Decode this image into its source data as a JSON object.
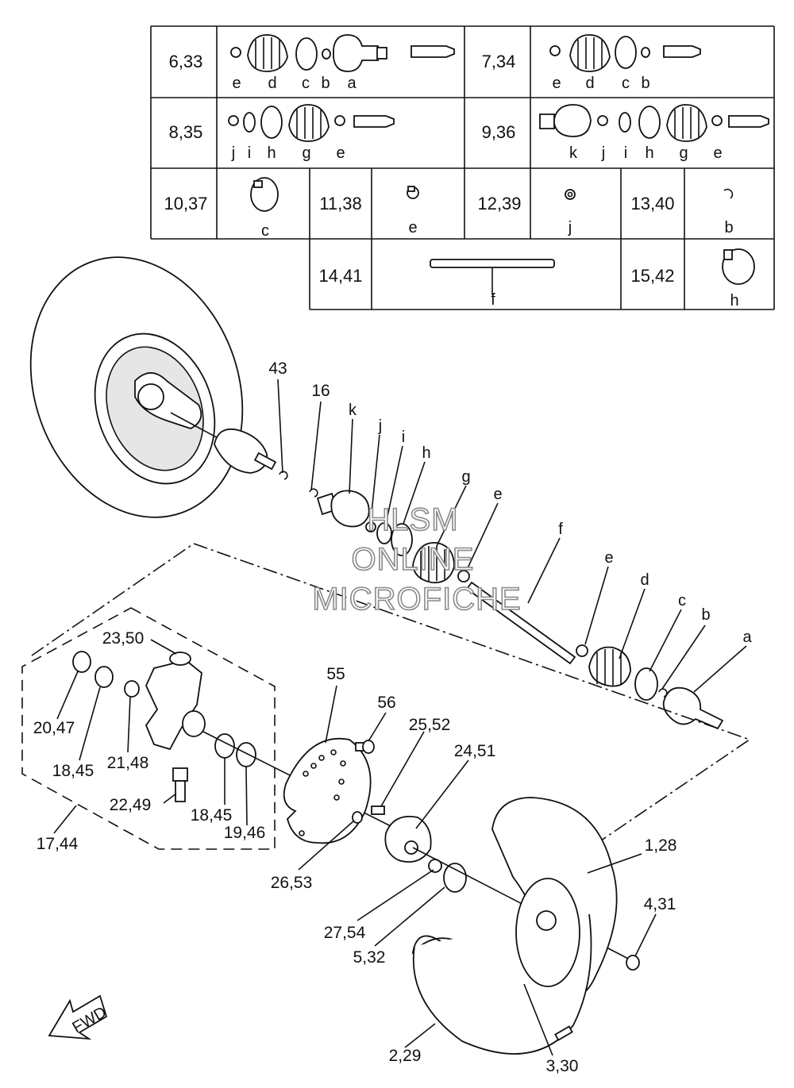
{
  "watermark": {
    "line1": "HLSM",
    "line2": "ONLINE",
    "line3": "MICROFICHE"
  },
  "fwd_badge": "FWD",
  "kit_table": {
    "rows": [
      {
        "ref": "6,33",
        "letters": [
          "e",
          "d",
          "c",
          "b",
          "a"
        ],
        "ref2": "7,34",
        "letters2": [
          "e",
          "d",
          "c",
          "b"
        ]
      },
      {
        "ref": "8,35",
        "letters": [
          "j",
          "i",
          "h",
          "g",
          "e"
        ],
        "ref2": "9,36",
        "letters2": [
          "k",
          "j",
          "i",
          "h",
          "g",
          "e"
        ]
      },
      {
        "cells": [
          {
            "ref": "10,37",
            "letter": "c"
          },
          {
            "ref": "11,38",
            "letter": "e"
          },
          {
            "ref": "12,39",
            "letter": "j"
          },
          {
            "ref": "13,40",
            "letter": "b"
          }
        ]
      },
      {
        "cells": [
          {
            "ref": "14,41",
            "letter": "f"
          },
          {
            "ref": "15,42",
            "letter": "h"
          }
        ]
      }
    ]
  },
  "callouts": {
    "c43": "43",
    "c16": "16",
    "ck": "k",
    "cj": "j",
    "ci": "i",
    "ch": "h",
    "cg": "g",
    "ce1": "e",
    "cf": "f",
    "ce2": "e",
    "cd": "d",
    "cc": "c",
    "cb": "b",
    "ca": "a",
    "c23_50": "23,50",
    "c20_47": "20,47",
    "c18_45a": "18,45",
    "c21_48": "21,48",
    "c22_49": "22,49",
    "c18_45b": "18,45",
    "c19_46": "19,46",
    "c17_44": "17,44",
    "c55": "55",
    "c56": "56",
    "c25_52": "25,52",
    "c24_51": "24,51",
    "c26_53": "26,53",
    "c27_54": "27,54",
    "c5_32": "5,32",
    "c1_28": "1,28",
    "c4_31": "4,31",
    "c2_29": "2,29",
    "c3_30": "3,30"
  }
}
